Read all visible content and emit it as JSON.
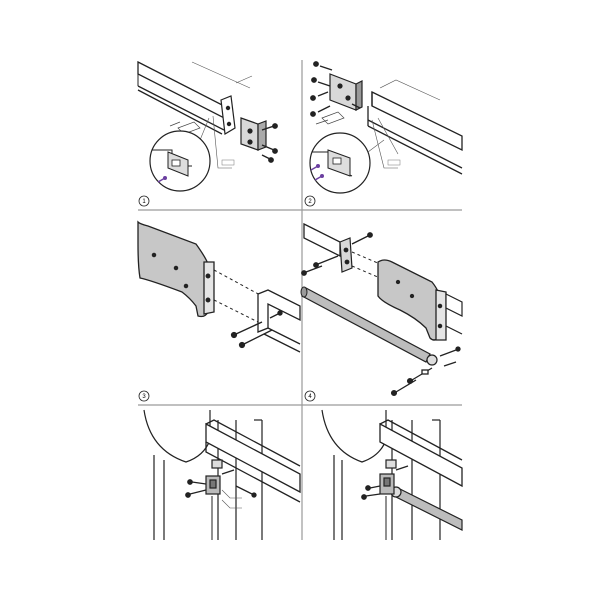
{
  "sheet": {
    "steps": [
      {
        "number": "1"
      },
      {
        "number": "2"
      },
      {
        "number": "3"
      },
      {
        "number": "4"
      },
      {
        "number": ""
      },
      {
        "number": ""
      }
    ]
  }
}
